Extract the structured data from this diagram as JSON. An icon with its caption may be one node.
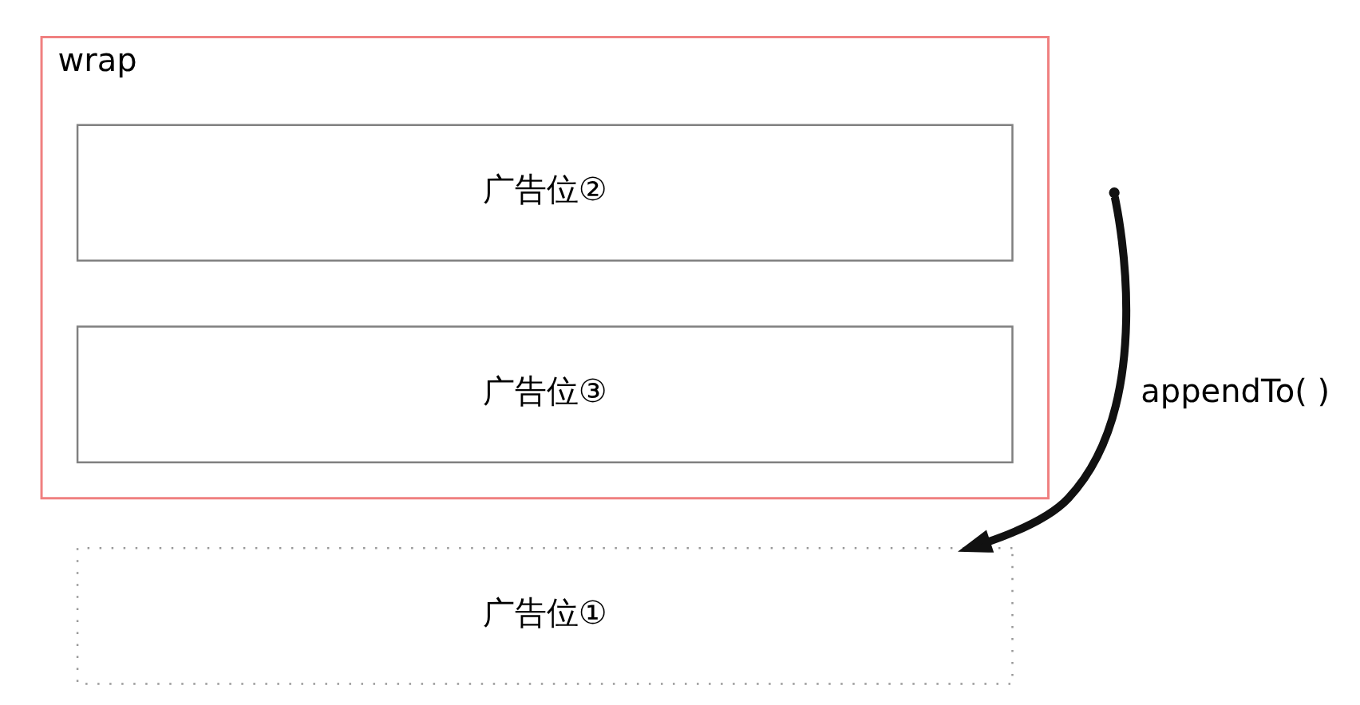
{
  "diagram": {
    "nodes": [
      {
        "text": [
          "wrap"
        ]
      },
      {
        "text": [
          "广告位②"
        ],
        "in": 0
      },
      {
        "text": [
          "广告位③"
        ],
        "in": 0
      },
      {
        "text": [
          "广告位①"
        ]
      }
    ],
    "edges": [
      {
        "from": null,
        "to": 3,
        "arrow": "to",
        "label": "appendTo( )"
      }
    ]
  }
}
